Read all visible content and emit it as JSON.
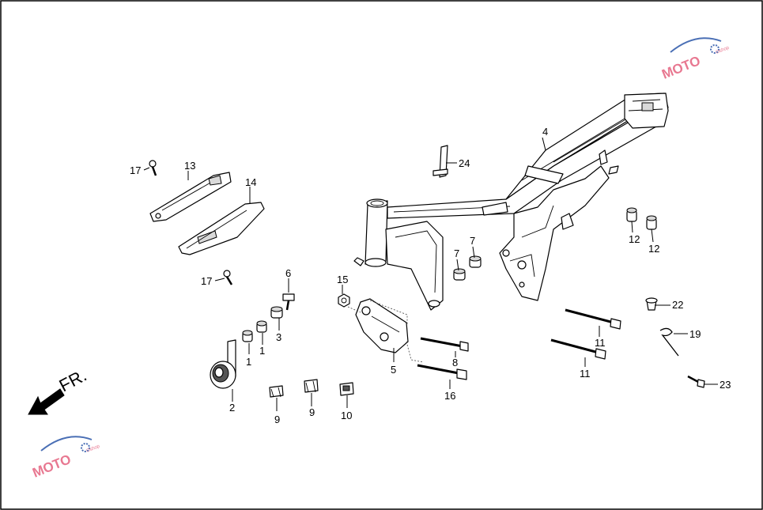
{
  "diagram": {
    "direction_label": "FR.",
    "callouts": {
      "c1a": "1",
      "c1b": "1",
      "c2": "2",
      "c3": "3",
      "c4": "4",
      "c5": "5",
      "c6": "6",
      "c7a": "7",
      "c7b": "7",
      "c8": "8",
      "c9a": "9",
      "c9b": "9",
      "c10": "10",
      "c11a": "11",
      "c11b": "11",
      "c12a": "12",
      "c12b": "12",
      "c13": "13",
      "c14": "14",
      "c15": "15",
      "c16": "16",
      "c17a": "17",
      "c17b": "17",
      "c19": "19",
      "c22": "22",
      "c23": "23",
      "c24": "24"
    },
    "watermark": {
      "text": "MOTO",
      "sub": "Oshop"
    },
    "colors": {
      "line": "#000000",
      "background": "#ffffff",
      "watermark": "#e87891",
      "watermark_blue": "#4a6fb5"
    }
  }
}
